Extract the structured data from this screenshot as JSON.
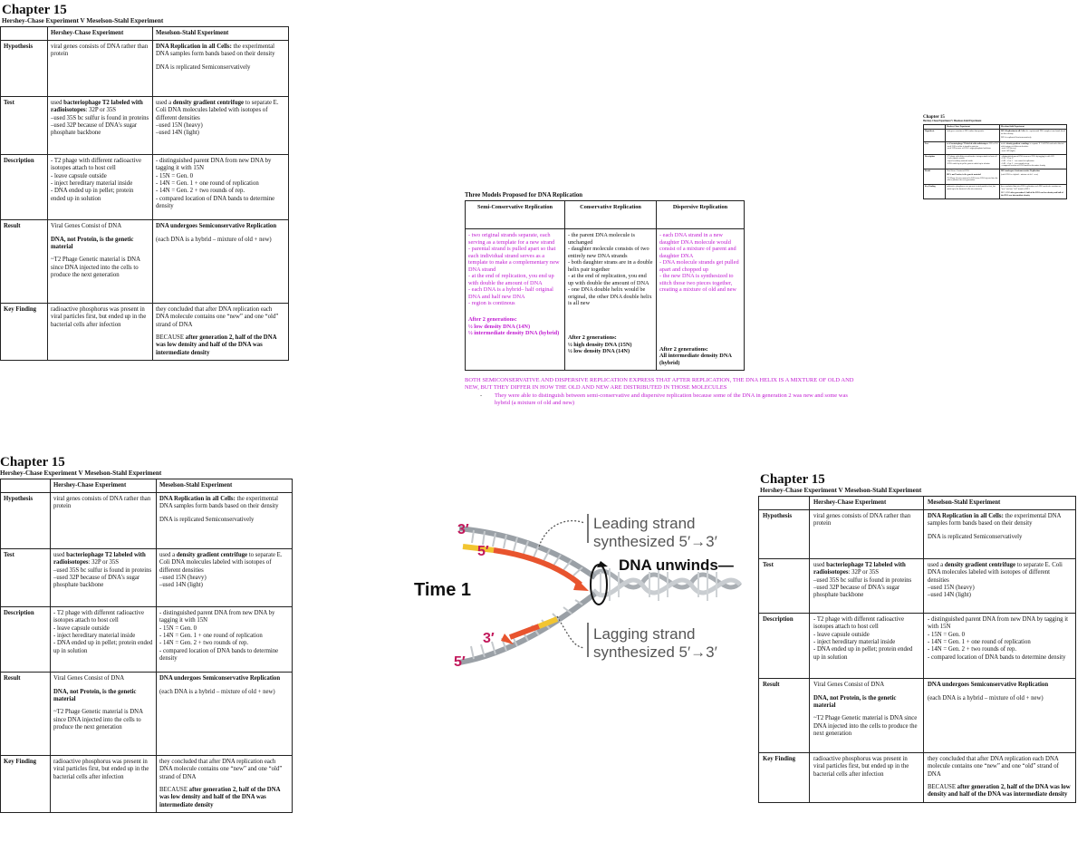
{
  "comparison": {
    "chapter": "Chapter 15",
    "subtitle": "Hershey-Chase Experiment V Meselson-Stahl Experiment",
    "col_hc": "Hershey-Chase Experiment",
    "col_ms": "Meselson-Stahl Experiment",
    "hypothesis": {
      "label": "Hypothesis",
      "hc": "viral genes consists of DNA rather than protein",
      "ms_bold": "DNA Replication in all Cells:",
      "ms_text": " the experimental DNA samples form bands based on their density",
      "ms_p2": "DNA is replicated Semiconservatively"
    },
    "test": {
      "label": "Test",
      "hc_pre": "used ",
      "hc_bold": "bacteriophage T2 labeled with radioisotopes",
      "hc_post": ": 32P or 35S",
      "hc_l2": "–used 35S bc sulfur is found in proteins",
      "hc_l3": "–used 32P because of DNA's sugar phosphate backbone",
      "ms_pre": "used a ",
      "ms_bold": "density gradient centrifuge",
      "ms_post": " to separate E. Coli DNA molecules labeled with isotopes of different densities",
      "ms_l2": "–used 15N (heavy)",
      "ms_l3": "–used 14N (light)"
    },
    "description": {
      "label": "Description",
      "hc_lines": [
        "- T2 phage with different radioactive isotopes attach to host cell",
        "- leave capsule outside",
        "- inject hereditary material inside",
        "- DNA ended up in pellet; protein ended up in solution"
      ],
      "ms_lines": [
        "- distinguished parent DNA from new DNA by tagging it with 15N",
        "- 15N = Gen. 0",
        "- 14N = Gen. 1 + one round of replication",
        "- 14N = Gen. 2 + two rounds of rep.",
        "- compared location of DNA bands to determine density"
      ]
    },
    "result": {
      "label": "Result",
      "hc_p1": "Viral Genes Consist of DNA",
      "hc_p2": "DNA, not Protein, is the genetic material",
      "hc_p3_a": "~T2 Phage Genetic material is DNA since DNA injected into the cells to produce the next generation",
      "hc_p3_b": "~T2 Phage Genetic material is DNA since DNA injected into the cells to produce the next generation",
      "ms_bold": "DNA undergoes Semiconservative Replication",
      "ms_p2": "(each DNA is a hybrid – mixture of old + new)"
    },
    "key": {
      "label": "Key Finding",
      "hc": "radioactive phosphorus was present in viral particles first, but ended up in the bacterial cells after infection",
      "ms_p1": "they concluded that after DNA replication each DNA molecule contains one “new” and one “old” strand of DNA",
      "ms_pre": "BECAUSE ",
      "ms_bold": "after generation 2, half of the DNA was low density and half of the DNA was intermediate density"
    }
  },
  "models": {
    "title": "Three Models Proposed for DNA Replication",
    "headers": [
      "Semi-Conservative Replication",
      "Conservative Replication",
      "Dispersive Replication"
    ],
    "semi_lines": [
      "- two original strands separate, each serving as a template for a new strand",
      "- parental strand is pulled apart so that each individual strand serves as a template to make a complementary new DNA strand",
      "- at the end of replication, you end up with double the amount of DNA",
      "- each DNA is a hybrid– half original DNA and half new DNA",
      "- region is continous"
    ],
    "cons_lines": [
      "- the parent DNA molecule is unchanged",
      "- daughter molecule consists of two entirely new DNA strands",
      "- both daughter strans are in a double helix pair together",
      "- at the end of replication, you end up with double the amount of DNA",
      "- one DNA double helix would be original, the other DNA double helix is all new"
    ],
    "disp_lines": [
      "- each DNA strand in a new daughter DNA molecule would consist of a mixture of parent and daughter DNA",
      "- DNA molecule strands get pulled apart and chopped up",
      "- the new DNA is synthesized to stitch those two pieces together, creating a mixture of old and new"
    ],
    "semi_gen": [
      "After 2 generations:",
      "½ low density DNA (14N)",
      "½ intermediate density DNA (hybrid)"
    ],
    "cons_gen": [
      "After 2 generations:",
      "½ high density DNA (15N)",
      "½ low density DNA (14N)"
    ],
    "disp_gen": [
      "After 2 generations:",
      "All intermediate density DNA (hybrid)"
    ],
    "note": "BOTH SEMICONSERVATIVE AND DISPERSIVE REPLICATION EXPRESS THAT AFTER REPLICATION, THE DNA HELIX IS A MIXTURE OF OLD AND NEW, BUT THEY DIFFER IN HOW THE OLD AND NEW ARE DISTRIBUTED IN THOSE MOLECULES",
    "bullet_dash": "-",
    "bullet": "They were able to distinguish between semi-conservative and dispersive replication because some of the DNA in generation 2 was new and some was hybrid (a mixture of old and new)"
  },
  "diagram": {
    "time_label": "Time 1",
    "leading_l1": "Leading strand",
    "leading_l2": "synthesized 5′→3′",
    "lagging_l1": "Lagging strand",
    "lagging_l2": "synthesized 5′→3′",
    "unwinds": "DNA unwinds—",
    "top3": "3′",
    "top5": "5′",
    "bot3": "3′",
    "bot5": "5′",
    "colors": {
      "prime_label": "#c2185b",
      "leading": "#e8542e",
      "primer": "#f2c531",
      "backbone": "#9aa0a6"
    }
  }
}
